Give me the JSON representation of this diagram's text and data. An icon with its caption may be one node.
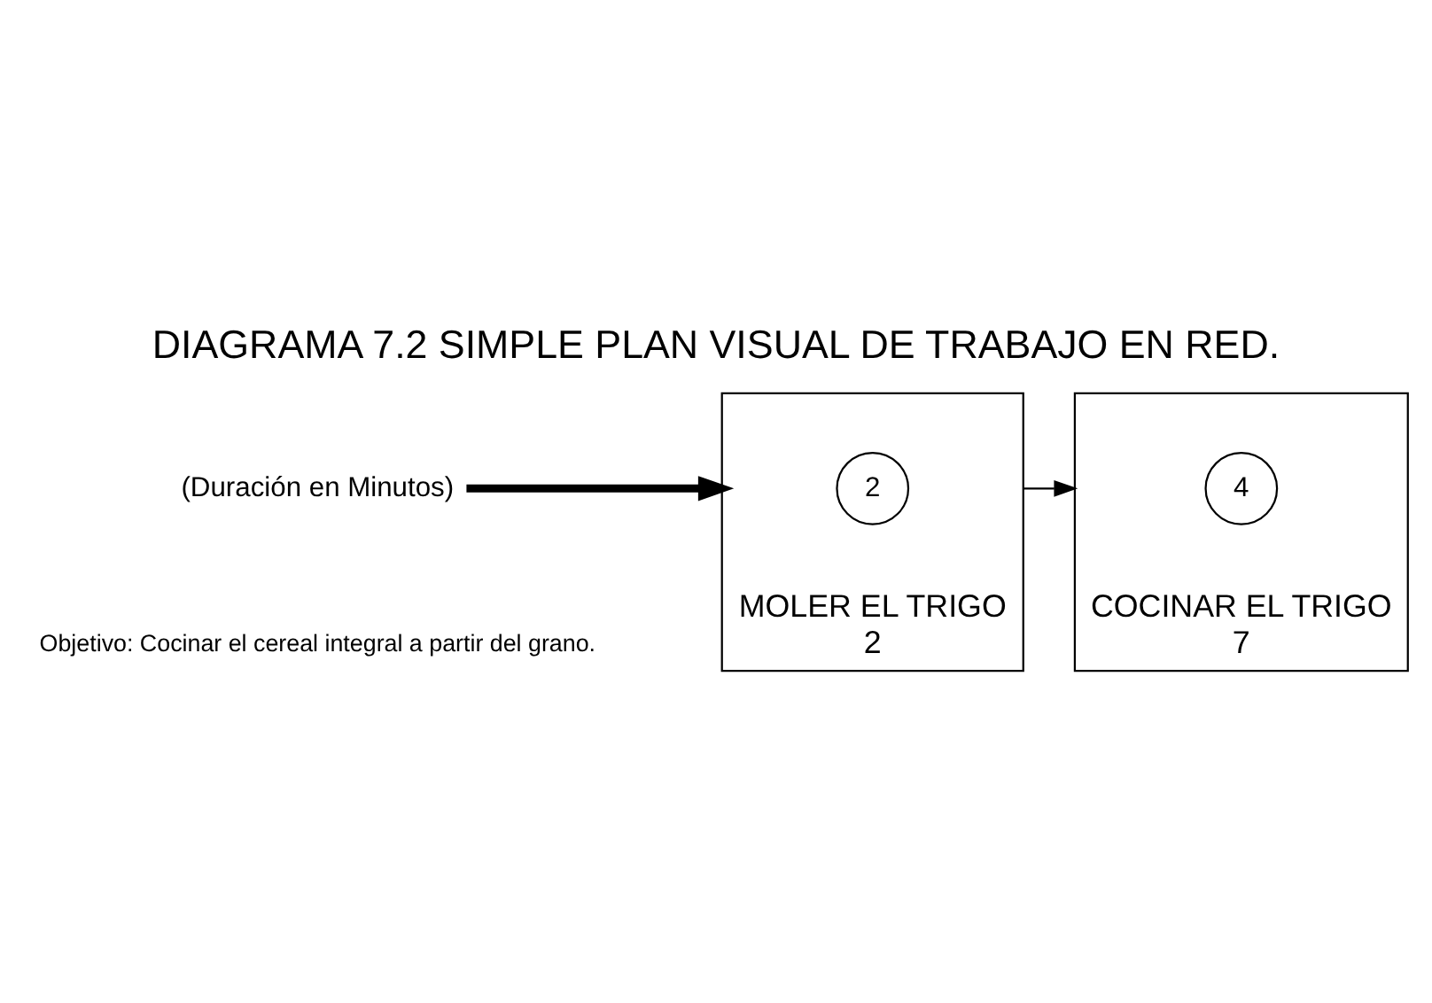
{
  "diagram": {
    "title": "DIAGRAMA 7.2 SIMPLE PLAN VISUAL DE TRABAJO EN RED.",
    "nodes": [
      {
        "text": [
          "MOLER EL TRIGO",
          "2"
        ]
      },
      {
        "text": [
          "2"
        ],
        "in": 0
      },
      {
        "text": [
          "COCINAR EL TRIGO",
          "7"
        ]
      },
      {
        "text": [
          "4"
        ],
        "in": 2
      },
      {
        "text": [
          "(Duración en Minutos)"
        ]
      }
    ],
    "edges": [
      {
        "from": 0,
        "to": 2,
        "arrow": "to"
      },
      {
        "from": 4,
        "to": 0,
        "arrow": "to",
        "style": "thick"
      }
    ],
    "labels": [
      "Objetivo: Cocinar el cereal integral a partir del grano."
    ]
  }
}
